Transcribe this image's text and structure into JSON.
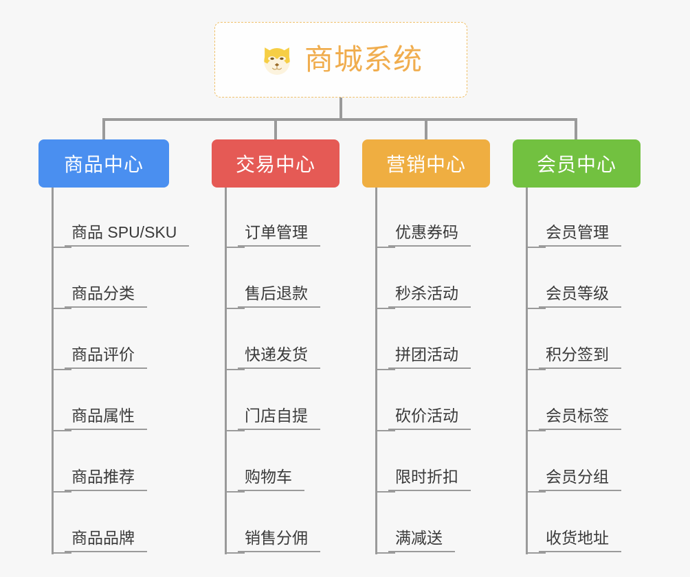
{
  "root": {
    "title": "商城系统",
    "logo_icon": "shiba-inu-logo-icon",
    "border_color": "#f0c068",
    "text_color": "#f0ad4e"
  },
  "diagram": {
    "type": "org-tree",
    "background_color": "#f7f7f7",
    "connector_color": "#9a9a9a"
  },
  "columns": [
    {
      "title": "商品中心",
      "color": "#4a8ff0",
      "items": [
        {
          "label": "商品 SPU/SKU"
        },
        {
          "label": "商品分类"
        },
        {
          "label": "商品评价"
        },
        {
          "label": "商品属性"
        },
        {
          "label": "商品推荐"
        },
        {
          "label": "商品品牌"
        }
      ]
    },
    {
      "title": "交易中心",
      "color": "#e55a55",
      "items": [
        {
          "label": "订单管理"
        },
        {
          "label": "售后退款"
        },
        {
          "label": "快递发货"
        },
        {
          "label": "门店自提"
        },
        {
          "label": "购物车"
        },
        {
          "label": "销售分佣"
        }
      ]
    },
    {
      "title": "营销中心",
      "color": "#efae41",
      "items": [
        {
          "label": "优惠券码"
        },
        {
          "label": "秒杀活动"
        },
        {
          "label": "拼团活动"
        },
        {
          "label": "砍价活动"
        },
        {
          "label": "限时折扣"
        },
        {
          "label": "满减送"
        }
      ]
    },
    {
      "title": "会员中心",
      "color": "#72c140",
      "items": [
        {
          "label": "会员管理"
        },
        {
          "label": "会员等级"
        },
        {
          "label": "积分签到"
        },
        {
          "label": "会员标签"
        },
        {
          "label": "会员分组"
        },
        {
          "label": "收货地址"
        }
      ]
    }
  ]
}
